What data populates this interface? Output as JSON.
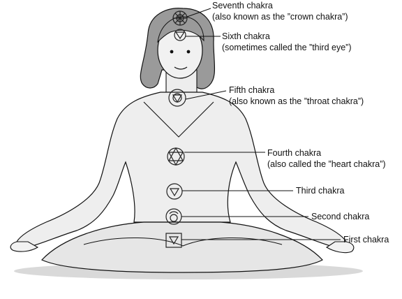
{
  "chakras": [
    {
      "id": "seventh",
      "line1": "Seventh chakra",
      "line2": "(also known as the ”crown chakra”)"
    },
    {
      "id": "sixth",
      "line1": "Sixth chakra",
      "line2": "(sometimes called the ”third eye”)"
    },
    {
      "id": "fifth",
      "line1": "Fifth chakra",
      "line2": "(also known as the ”throat chakra”)"
    },
    {
      "id": "fourth",
      "line1": "Fourth chakra",
      "line2": "(also called the ”heart chakra”)"
    },
    {
      "id": "third",
      "line1": "Third chakra",
      "line2": ""
    },
    {
      "id": "second",
      "line1": "Second chakra",
      "line2": ""
    },
    {
      "id": "first",
      "line1": "First chakra",
      "line2": ""
    }
  ],
  "style": {
    "ink": "#111111",
    "skin": "#f2f2f2",
    "shade": "#cfcfcf",
    "hair": "#8f8f8f"
  }
}
